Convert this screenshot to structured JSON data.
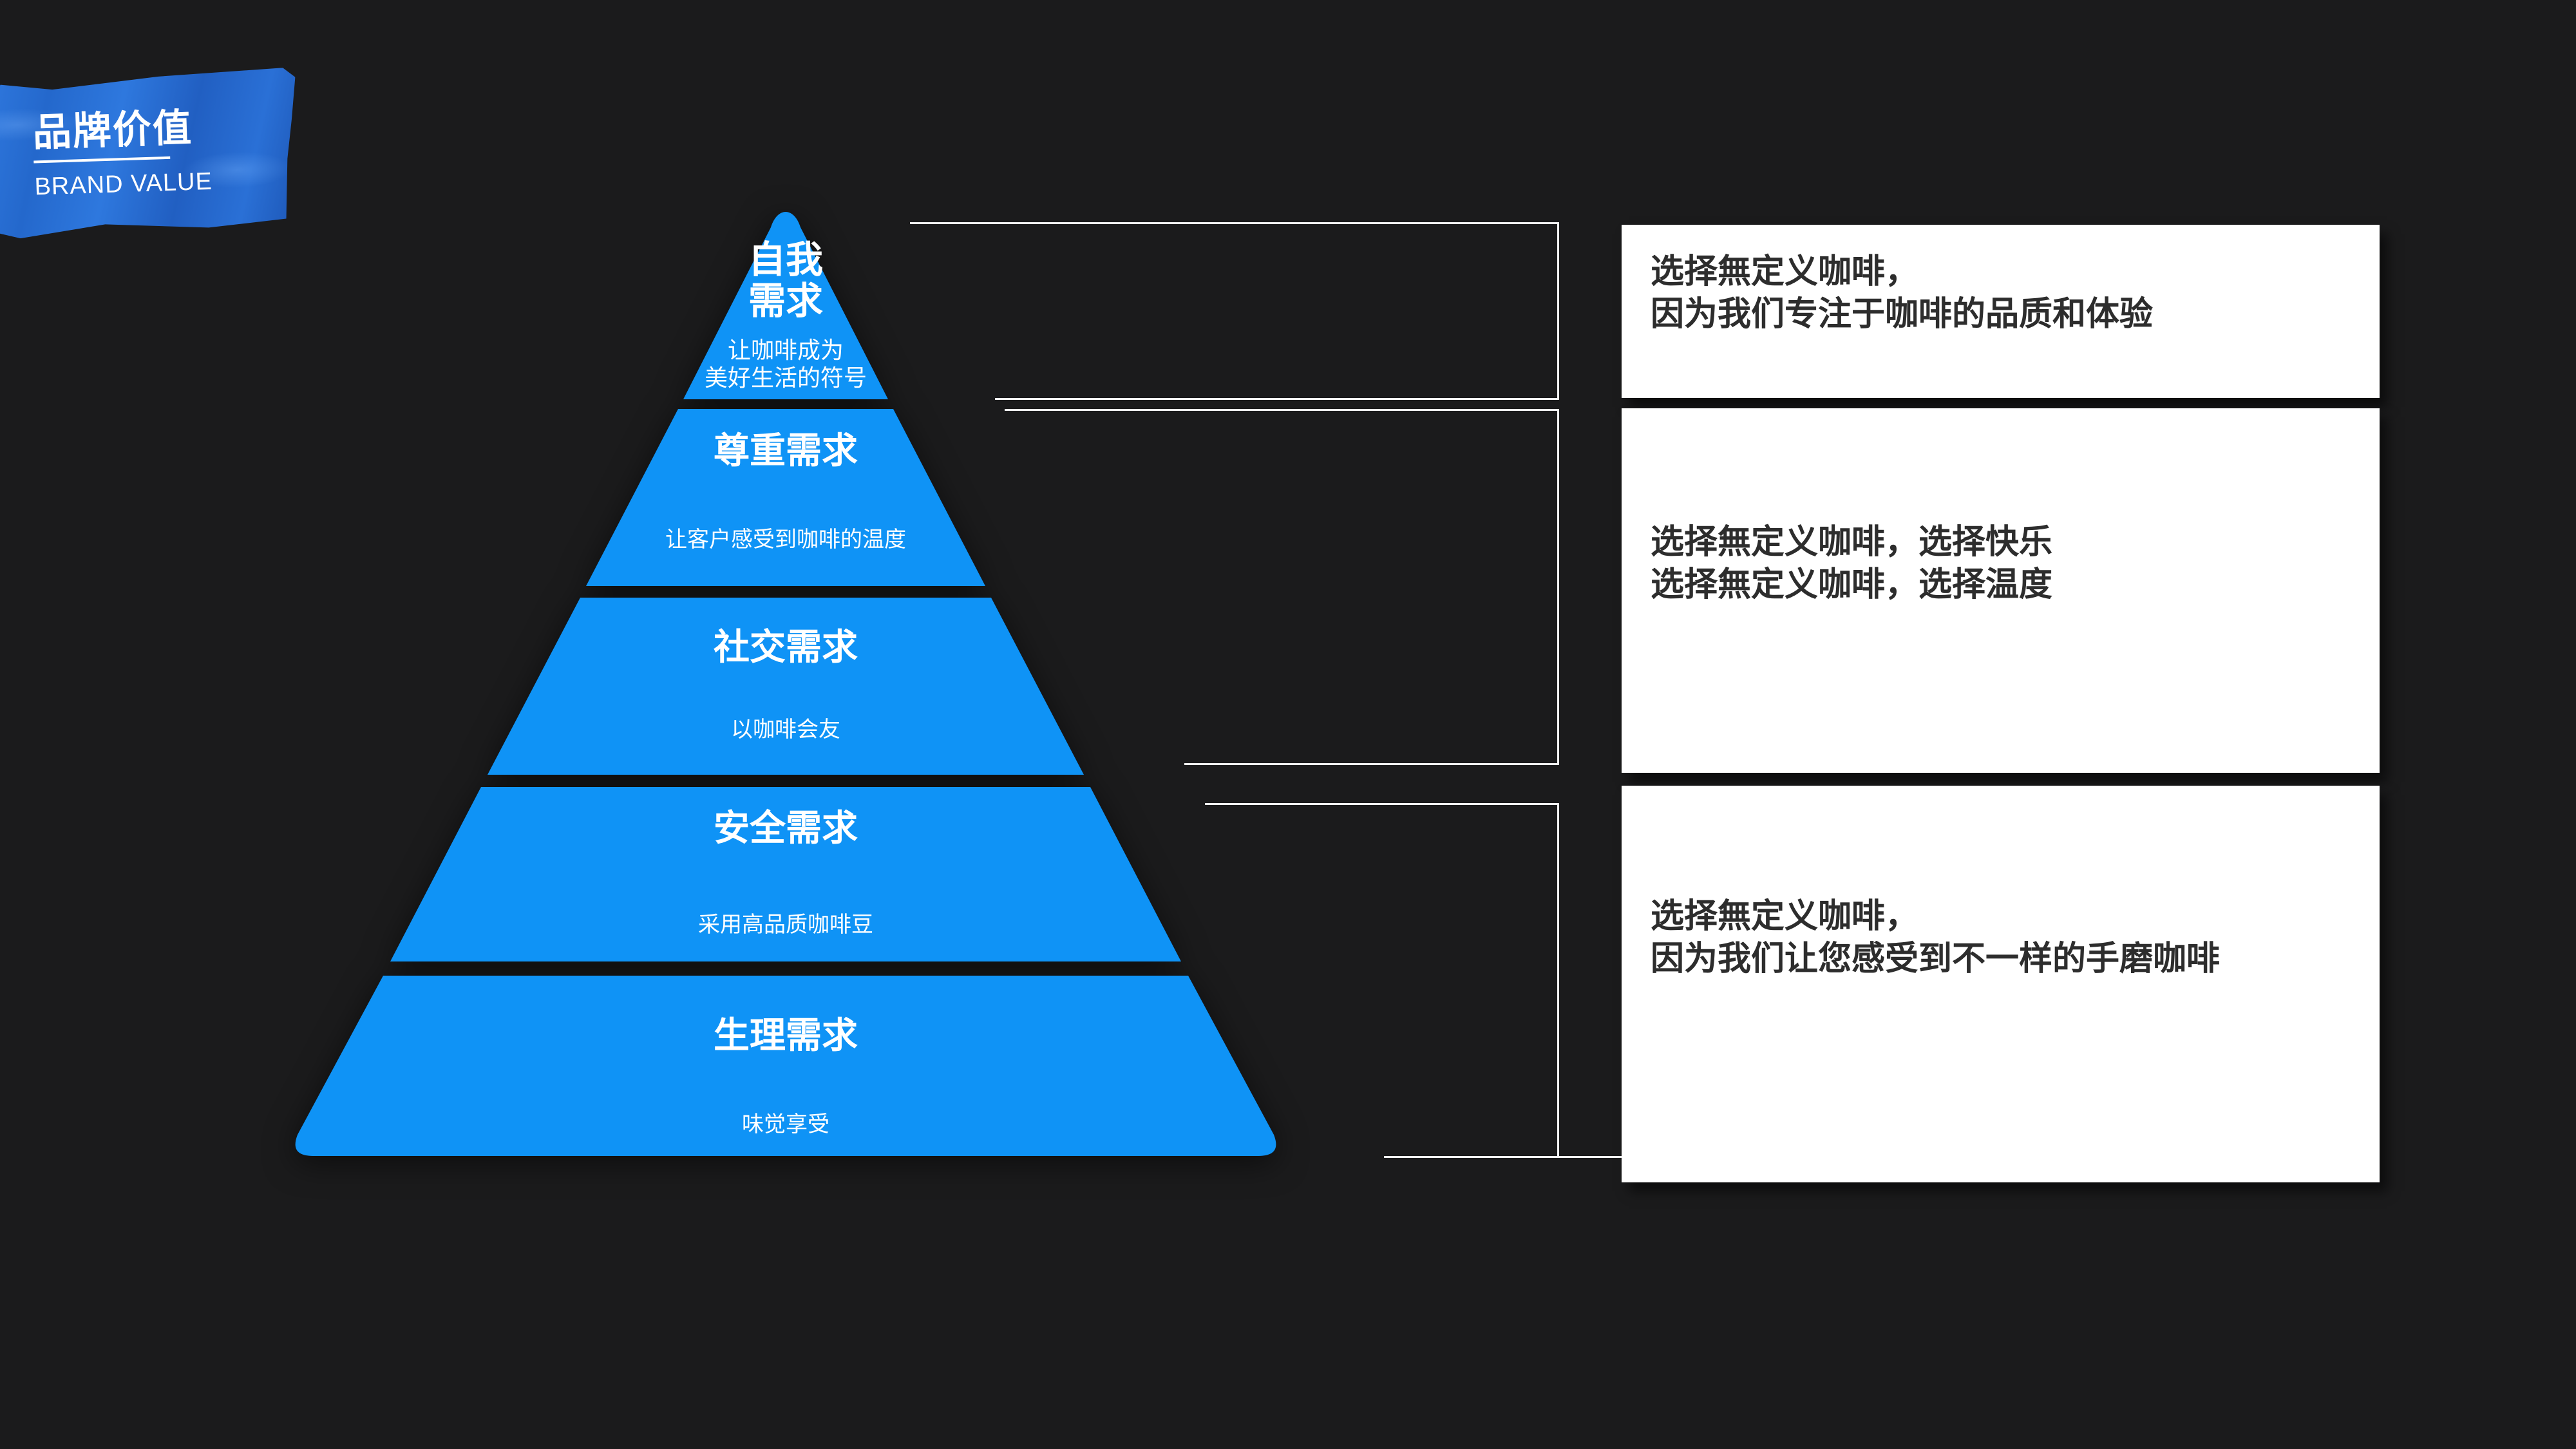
{
  "slide": {
    "background_color": "#1b1b1c",
    "accent_blue": "#0f93f6",
    "tape_blue": "#2a6fd4",
    "box_background": "#ffffff",
    "box_text_color": "#2d2d2d",
    "line_color": "#f4f4f4"
  },
  "tape": {
    "title": "品牌价值",
    "subtitle": "BRAND VALUE"
  },
  "pyramid": {
    "fill": "#0f93f6",
    "levels": [
      {
        "id": "self-need",
        "title_line1": "自我",
        "title_line2": "需求",
        "caption_line1": "让咖啡成为",
        "caption_line2": "美好生活的符号"
      },
      {
        "id": "esteem-need",
        "title": "尊重需求",
        "caption": "让客户感受到咖啡的温度"
      },
      {
        "id": "social-need",
        "title": "社交需求",
        "caption": "以咖啡会友"
      },
      {
        "id": "safety-need",
        "title": "安全需求",
        "caption": "采用高品质咖啡豆"
      },
      {
        "id": "physiological-need",
        "title": "生理需求",
        "caption": "味觉享受"
      }
    ]
  },
  "value_boxes": [
    {
      "line1": "选择無定义咖啡，",
      "line2": "因为我们专注于咖啡的品质和体验"
    },
    {
      "line1": "选择無定义咖啡，选择快乐",
      "line2": "选择無定义咖啡，选择温度"
    },
    {
      "line1": "选择無定义咖啡，",
      "line2": "因为我们让您感受到不一样的手磨咖啡"
    }
  ]
}
